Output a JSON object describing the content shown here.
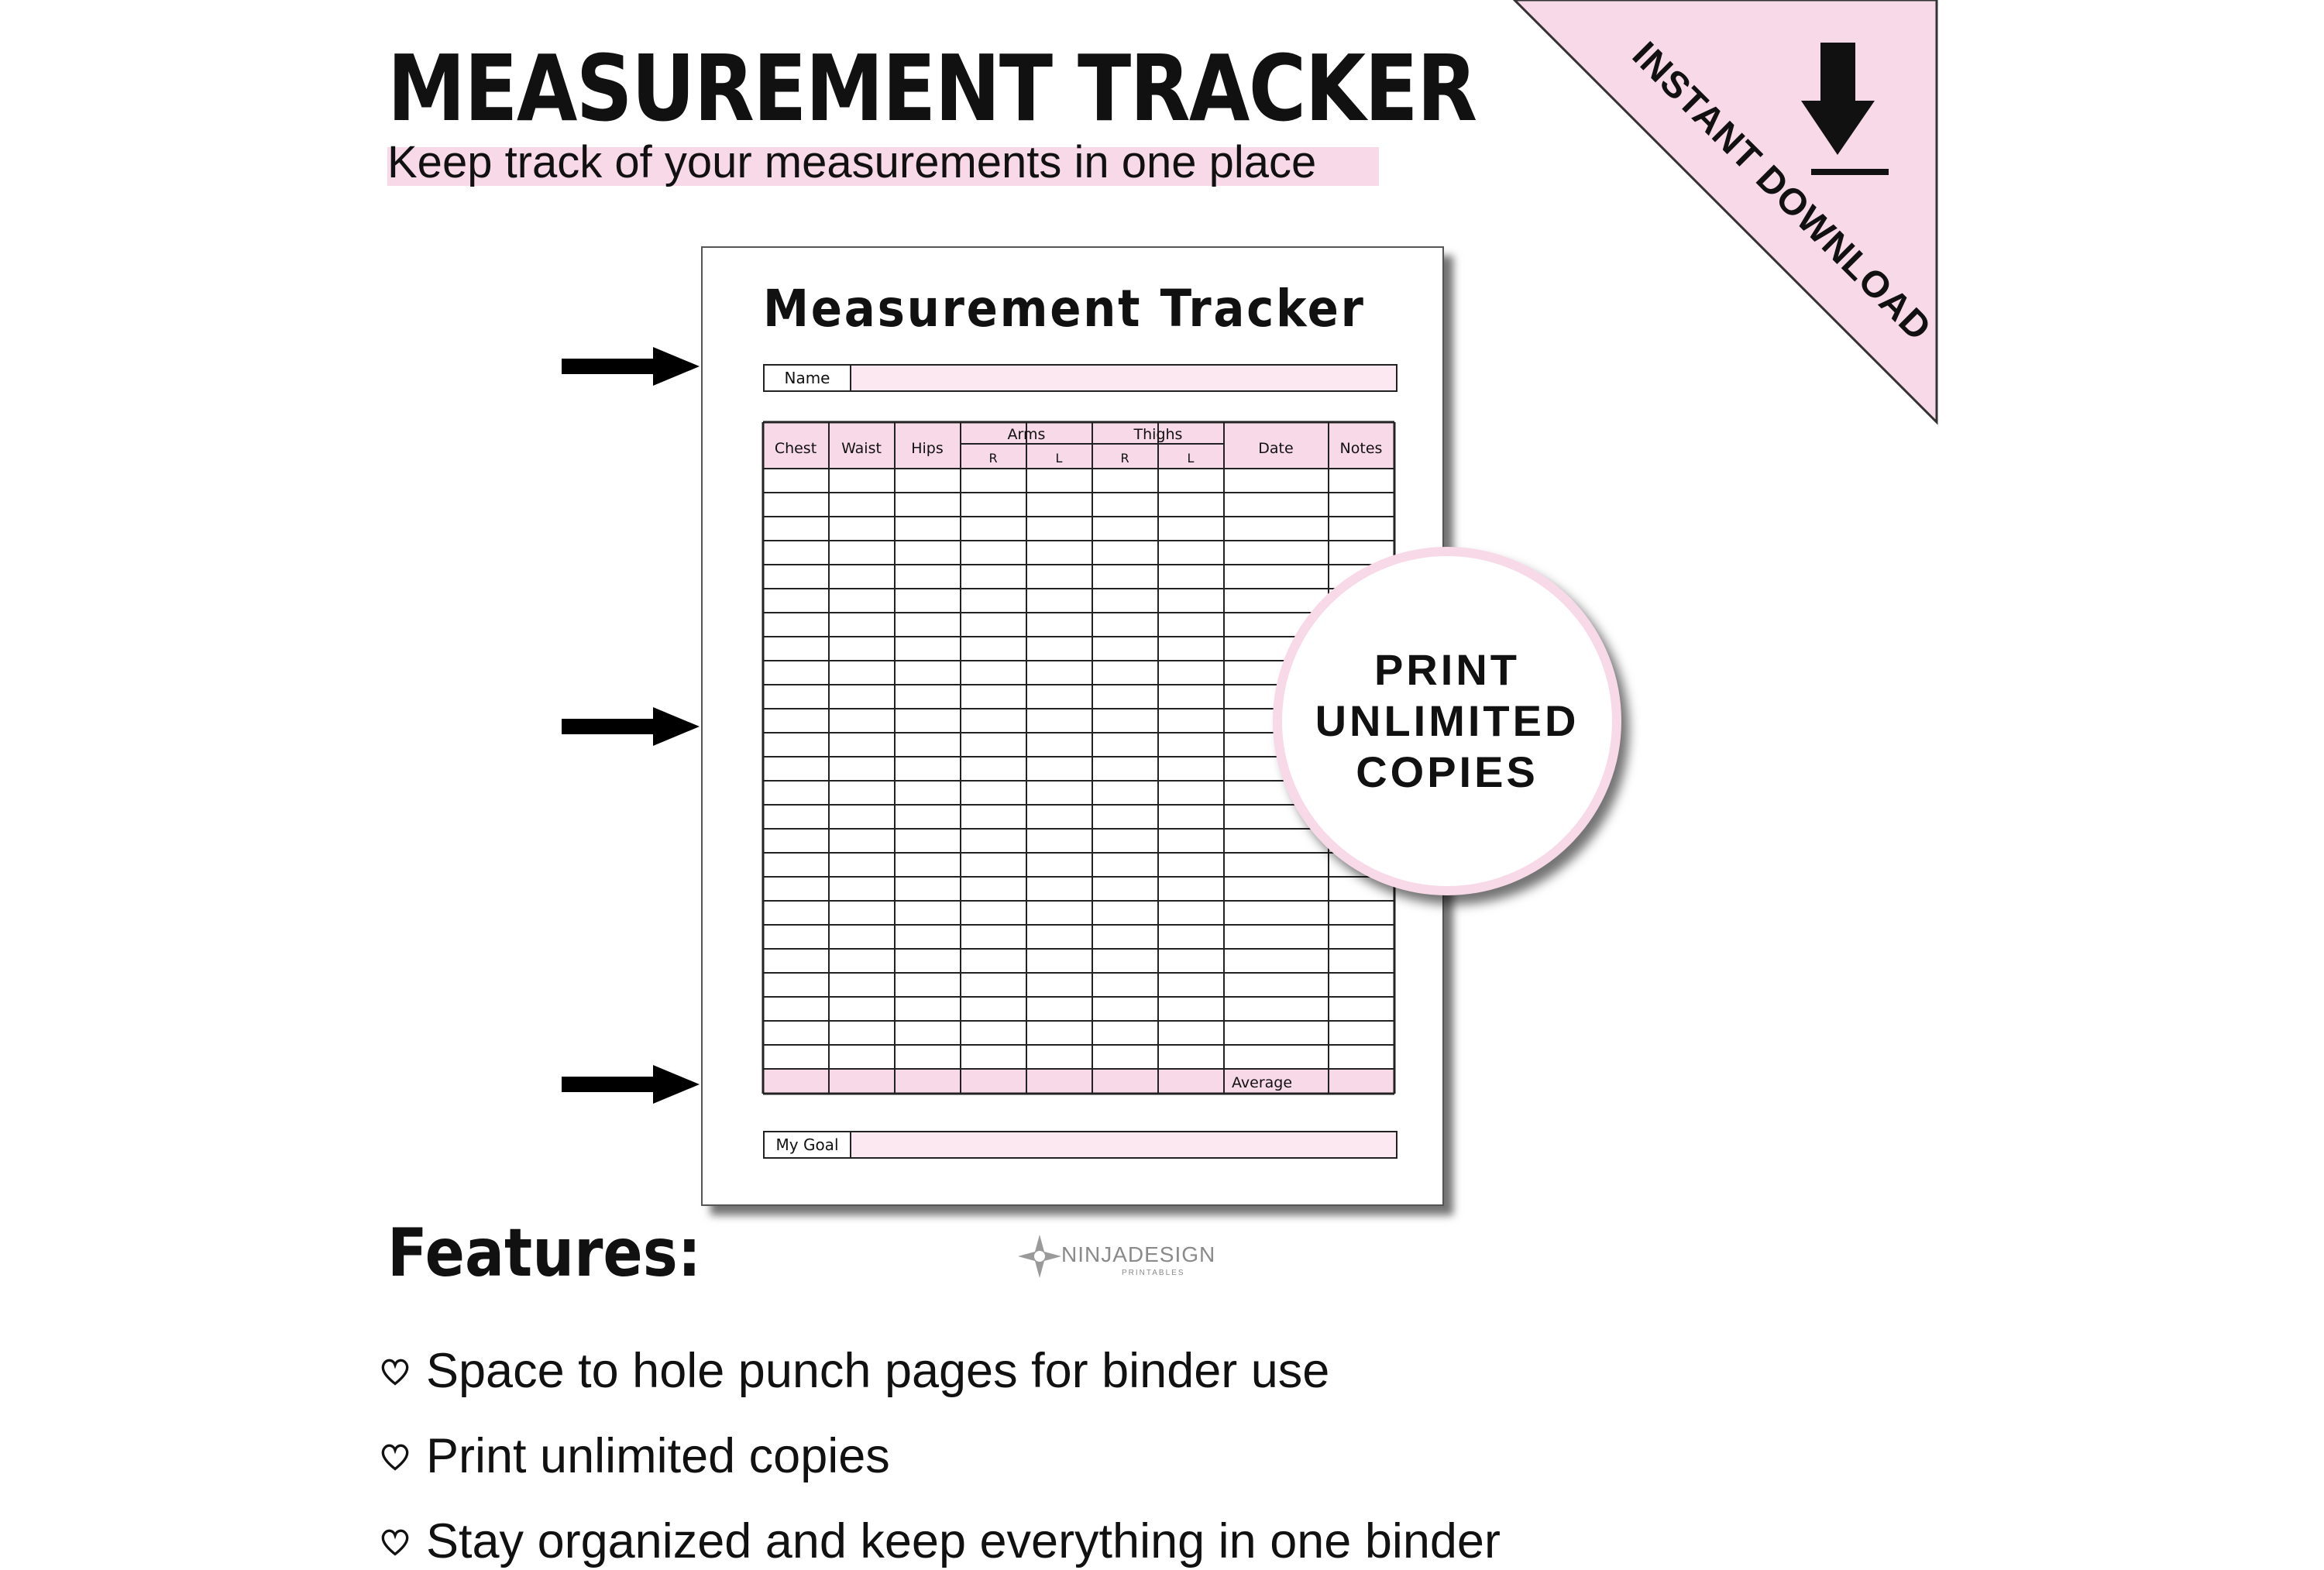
{
  "header": {
    "title": "MEASUREMENT TRACKER",
    "subtitle": "Keep track of your measurements in one place"
  },
  "corner_banner": {
    "text": "INSTANT DOWNLOAD",
    "icon": "download-arrow-icon",
    "color": "#f8d9e7"
  },
  "sheet": {
    "title": "Measurement Tracker",
    "name_label": "Name",
    "columns": [
      "Chest",
      "Waist",
      "Hips",
      "Arms",
      "Thighs",
      "Date",
      "Notes"
    ],
    "sub_columns": [
      "R",
      "L",
      "R",
      "L"
    ],
    "average_label": "Average",
    "goal_label": "My Goal",
    "accent_color": "#f8d9e7"
  },
  "badge": {
    "lines": [
      "PRINT",
      "UNLIMITED",
      "COPIES"
    ]
  },
  "logo": {
    "text": "NINJADESIGN",
    "sub": "PRINTABLES"
  },
  "features": {
    "heading": "Features:",
    "items": [
      "Space to hole punch pages for binder use",
      "Print unlimited copies",
      "Stay organized and keep everything in one binder"
    ]
  }
}
